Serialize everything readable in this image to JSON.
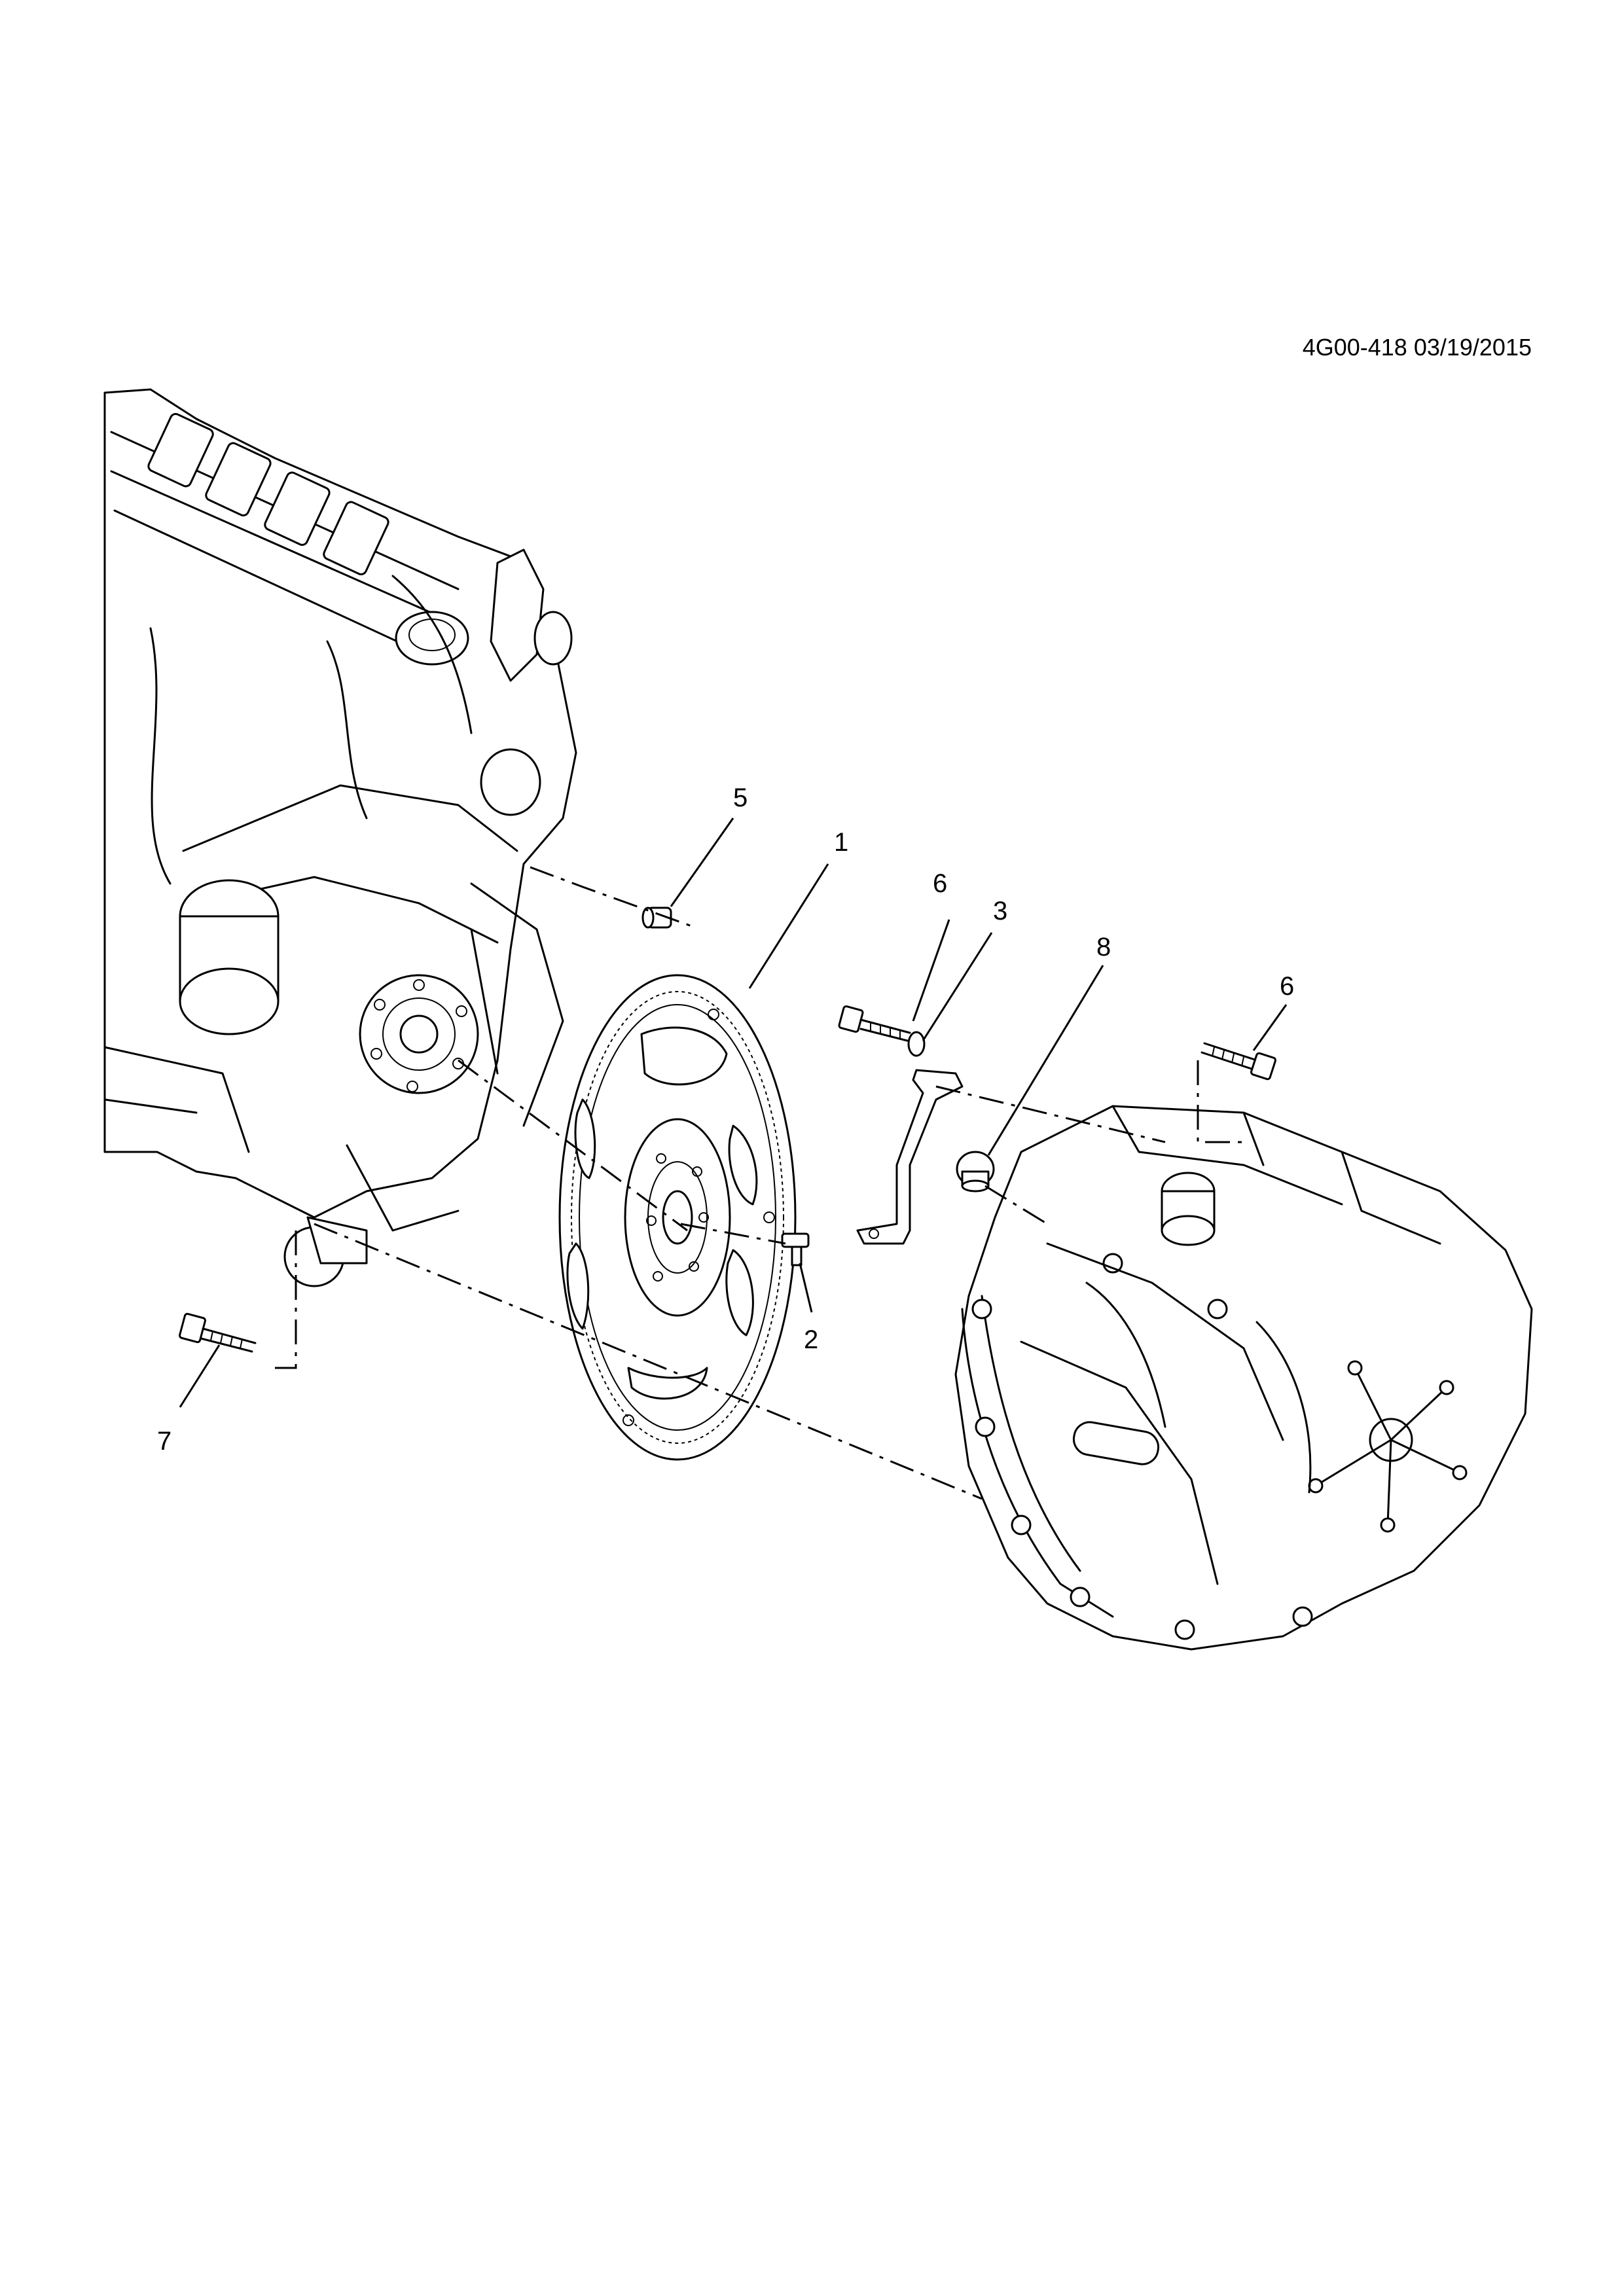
{
  "document": {
    "id_date": "4G00-418 03/19/2015"
  },
  "callouts": [
    {
      "key": "1",
      "label": "1"
    },
    {
      "key": "2",
      "label": "2"
    },
    {
      "key": "3",
      "label": "3"
    },
    {
      "key": "5",
      "label": "5"
    },
    {
      "key": "6a",
      "label": "6"
    },
    {
      "key": "6b",
      "label": "6"
    },
    {
      "key": "7",
      "label": "7"
    },
    {
      "key": "8",
      "label": "8"
    }
  ]
}
